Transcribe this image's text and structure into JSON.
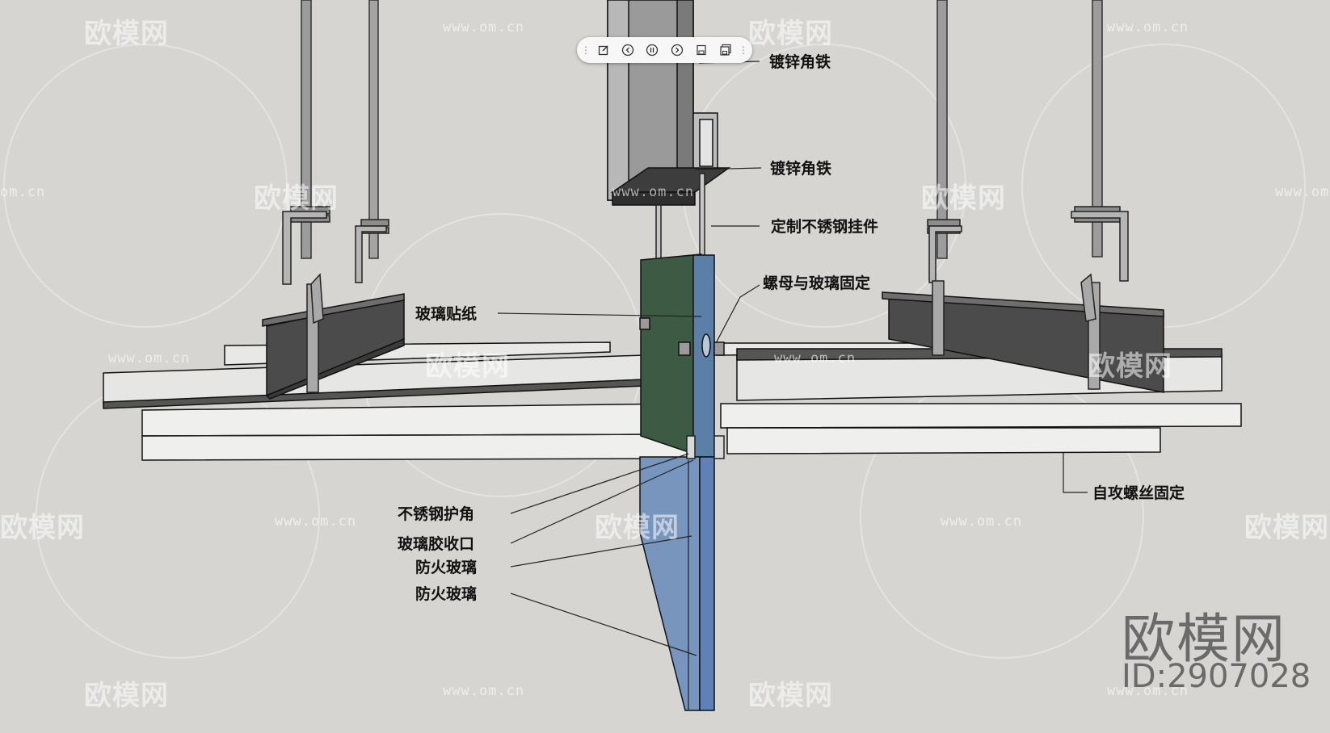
{
  "toolbar": {
    "icons": [
      "edit-icon",
      "previous-icon",
      "pause-icon",
      "next-icon",
      "save-icon",
      "save-all-icon"
    ]
  },
  "labels": {
    "angle_iron_top": "镀锌角铁",
    "angle_iron_mid": "镀锌角铁",
    "custom_hanger": "定制不锈钢挂件",
    "nut_glass": "螺母与玻璃固定",
    "glass_film": "玻璃贴纸",
    "self_tapping": "自攻螺丝固定",
    "ss_corner": "不锈钢护角",
    "glass_glue": "玻璃胶收口",
    "fire_glass_1": "防火玻璃",
    "fire_glass_2": "防火玻璃"
  },
  "watermark": {
    "logo": "欧模网",
    "url": "www.om.cn",
    "url_short": "om.cn",
    "brand": "欧模网",
    "id": "ID:2907028"
  }
}
